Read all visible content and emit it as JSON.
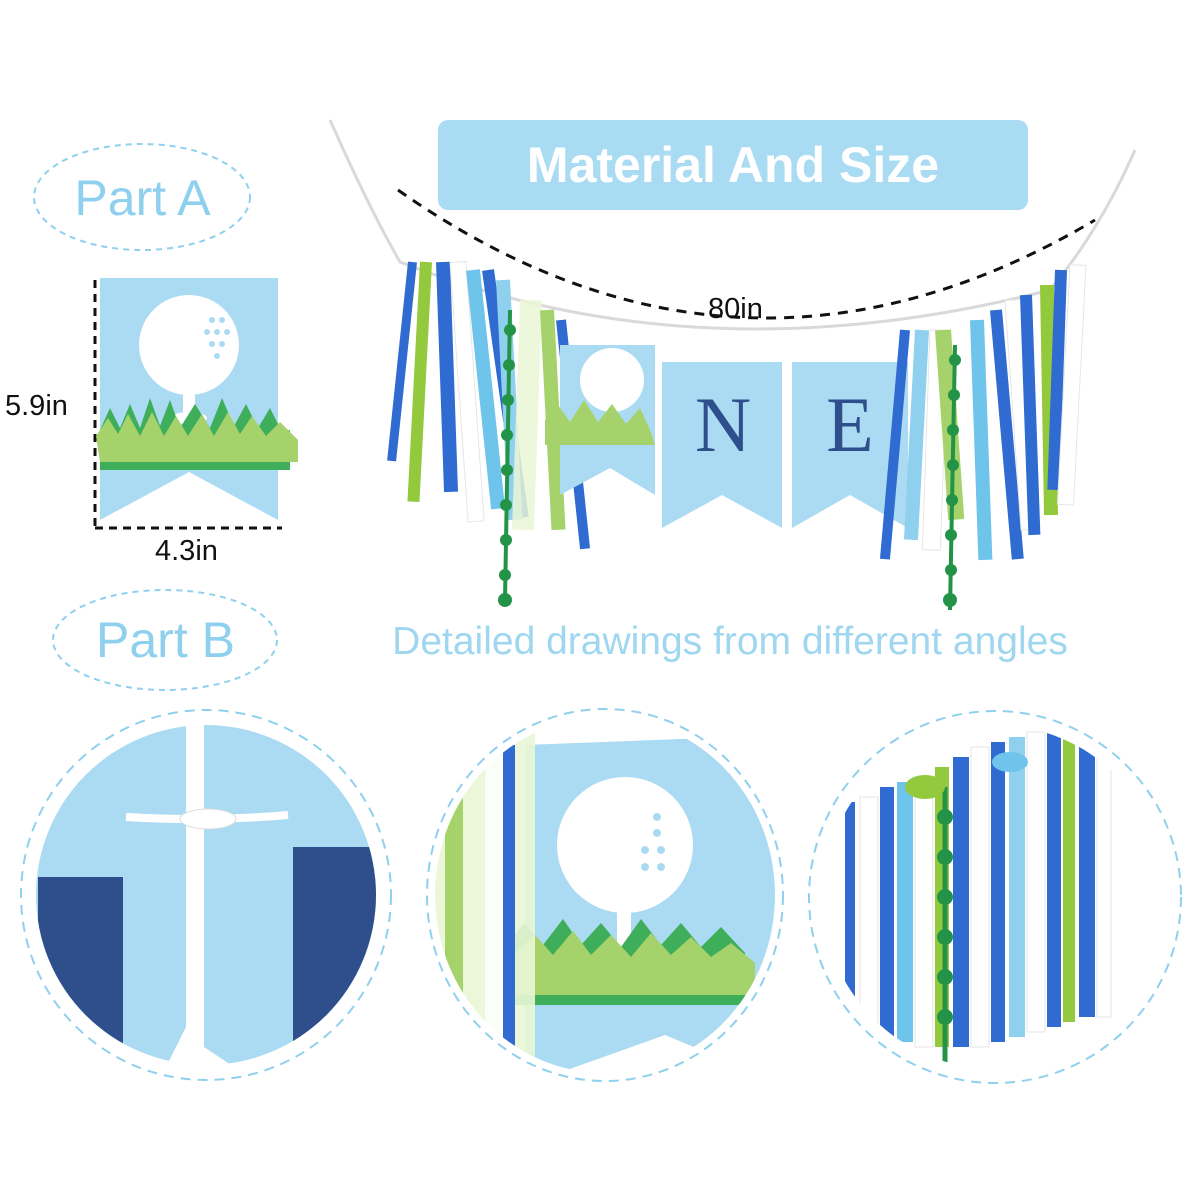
{
  "header": {
    "title": "Material And Size"
  },
  "part_a": {
    "label": "Part A"
  },
  "part_b": {
    "label": "Part B"
  },
  "dimensions": {
    "height_label": "5.9in",
    "width_label": "4.3in",
    "length_label": "80in"
  },
  "banner": {
    "letters": [
      "N",
      "E"
    ]
  },
  "subtitle": "Detailed drawings from different angles",
  "colors": {
    "accent_blue": "#a9dcf3",
    "text_light_blue": "#8fd0ee",
    "navy_letter": "#2e4f8c",
    "grass_light": "#a5d26a",
    "grass_dark": "#3fae5a",
    "ribbon_blue": "#2f6bd0",
    "ribbon_green": "#93c93d",
    "pompom_green": "#239447"
  }
}
